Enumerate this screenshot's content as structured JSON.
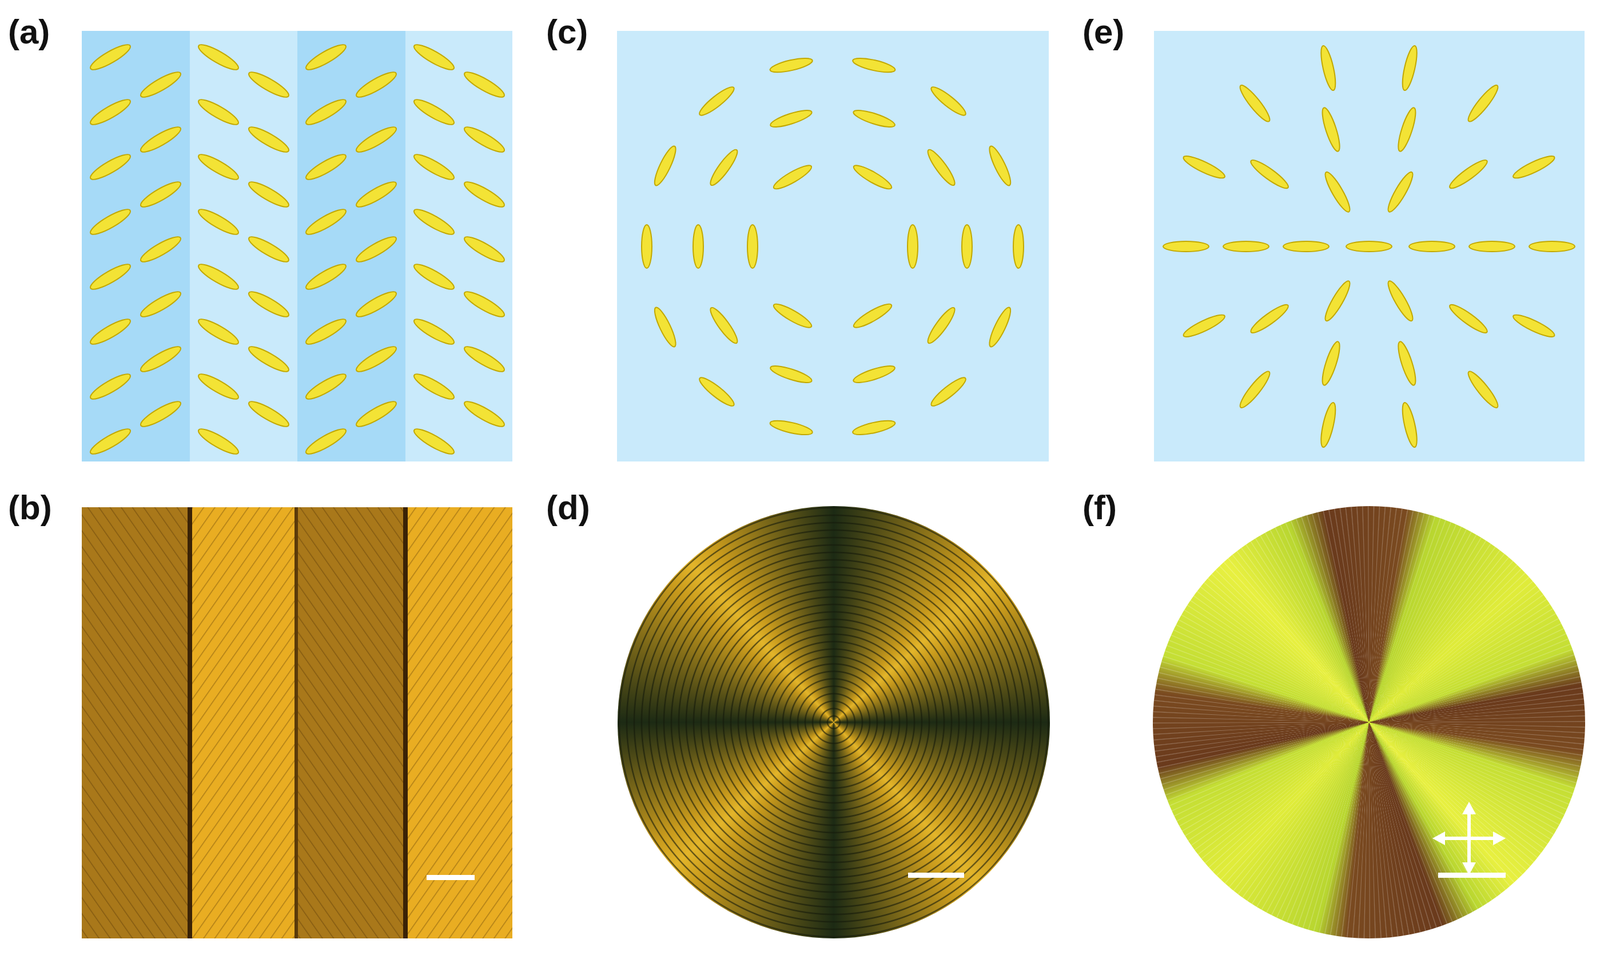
{
  "diagram": {
    "labels": [
      "(a)",
      "(c)",
      "(e)",
      "(b)",
      "(d)",
      "(f)"
    ]
  }
}
